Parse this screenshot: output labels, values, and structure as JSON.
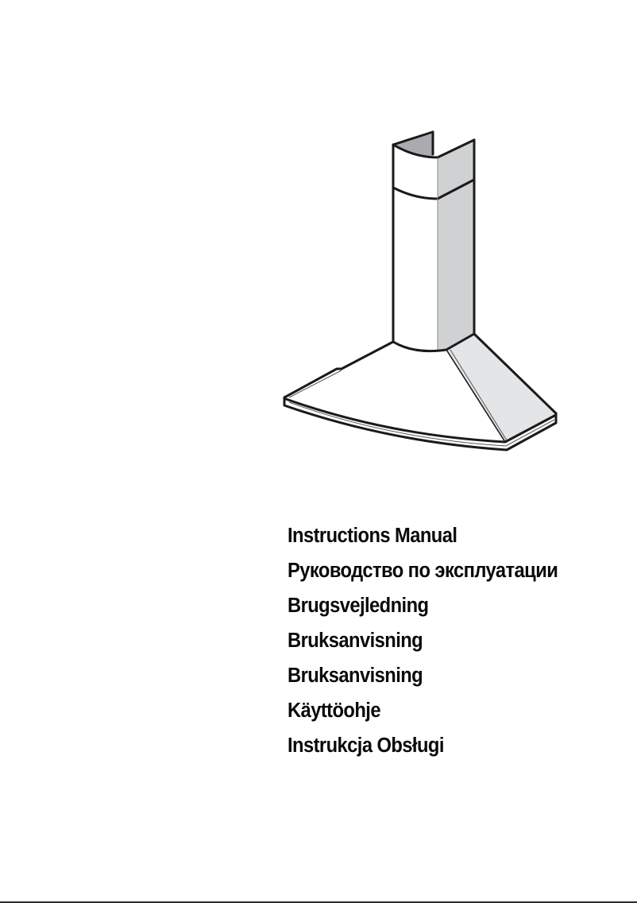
{
  "document": {
    "type": "cover-page",
    "illustration": "cooker-hood-icon",
    "titles": [
      "Instructions Manual",
      "Руководство по эксплуатации",
      "Brugsvejledning",
      "Bruksanvisning",
      "Bruksanvisning",
      "Käyttöohje",
      "Instrukcja Obsługi"
    ]
  },
  "colors": {
    "background": "#ffffff",
    "text": "#0a0a0a",
    "outline": "#1a1a1a",
    "shade_dark": "#a9abae",
    "shade_mid": "#cfd1d3",
    "shade_light": "#e4e5e6",
    "bottom_rule": "#2a2d33"
  }
}
